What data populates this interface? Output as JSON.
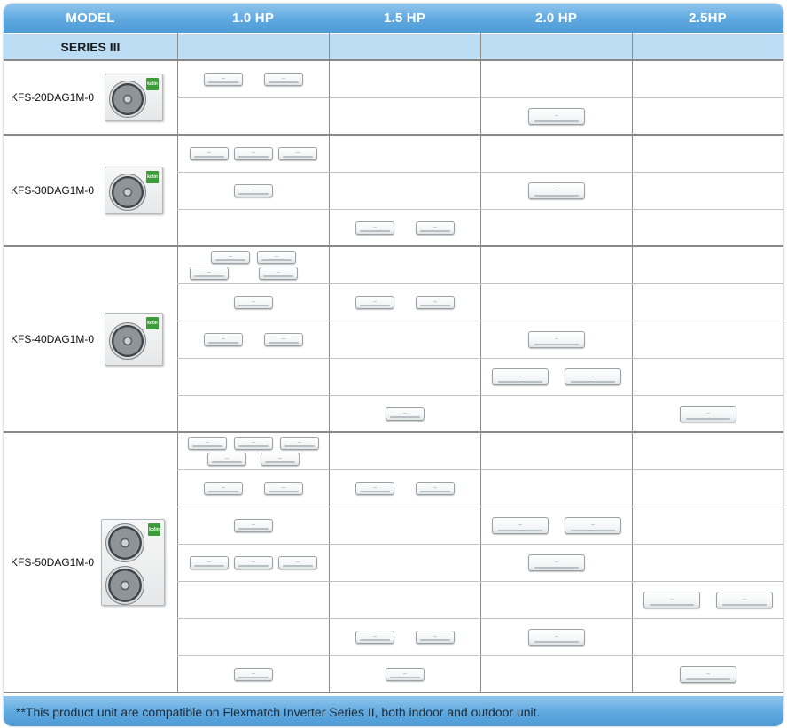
{
  "header": {
    "columns": [
      "MODEL",
      "1.0 HP",
      "1.5 HP",
      "2.0 HP",
      "2.5HP"
    ]
  },
  "series_label": "SERIES III",
  "outdoor_badge_text": "kolin",
  "models": [
    {
      "name": "KFS-20DAG1M-0",
      "fans": 1,
      "combinations": [
        {
          "hp10": 2,
          "hp15": 0,
          "hp20": 0,
          "hp25": 0
        },
        {
          "hp10": 0,
          "hp15": 0,
          "hp20": 1,
          "hp25": 0
        }
      ]
    },
    {
      "name": "KFS-30DAG1M-0",
      "fans": 1,
      "combinations": [
        {
          "hp10": 3,
          "hp15": 0,
          "hp20": 0,
          "hp25": 0
        },
        {
          "hp10": 1,
          "hp15": 0,
          "hp20": 1,
          "hp25": 0
        },
        {
          "hp10": 0,
          "hp15": 2,
          "hp20": 0,
          "hp25": 0
        }
      ]
    },
    {
      "name": "KFS-40DAG1M-0",
      "fans": 1,
      "combinations": [
        {
          "hp10": 4,
          "hp15": 0,
          "hp20": 0,
          "hp25": 0
        },
        {
          "hp10": 1,
          "hp15": 2,
          "hp20": 0,
          "hp25": 0
        },
        {
          "hp10": 2,
          "hp15": 0,
          "hp20": 1,
          "hp25": 0
        },
        {
          "hp10": 0,
          "hp15": 0,
          "hp20": 2,
          "hp25": 0
        },
        {
          "hp10": 0,
          "hp15": 1,
          "hp20": 0,
          "hp25": 1
        }
      ]
    },
    {
      "name": "KFS-50DAG1M-0",
      "fans": 2,
      "combinations": [
        {
          "hp10": 5,
          "hp15": 0,
          "hp20": 0,
          "hp25": 0
        },
        {
          "hp10": 2,
          "hp15": 2,
          "hp20": 0,
          "hp25": 0
        },
        {
          "hp10": 1,
          "hp15": 0,
          "hp20": 2,
          "hp25": 0
        },
        {
          "hp10": 3,
          "hp15": 0,
          "hp20": 1,
          "hp25": 0
        },
        {
          "hp10": 0,
          "hp15": 0,
          "hp20": 0,
          "hp25": 2
        },
        {
          "hp10": 0,
          "hp15": 2,
          "hp20": 1,
          "hp25": 0
        },
        {
          "hp10": 1,
          "hp15": 1,
          "hp20": 0,
          "hp25": 1
        }
      ]
    }
  ],
  "footer_note": "**This product unit are compatible on Flexmatch Inverter Series II, both indoor and outdoor unit.",
  "colors": {
    "header_blue": "#5ea8df",
    "series_row": "#bcdcf4",
    "badge_green": "#3e9b3a"
  }
}
